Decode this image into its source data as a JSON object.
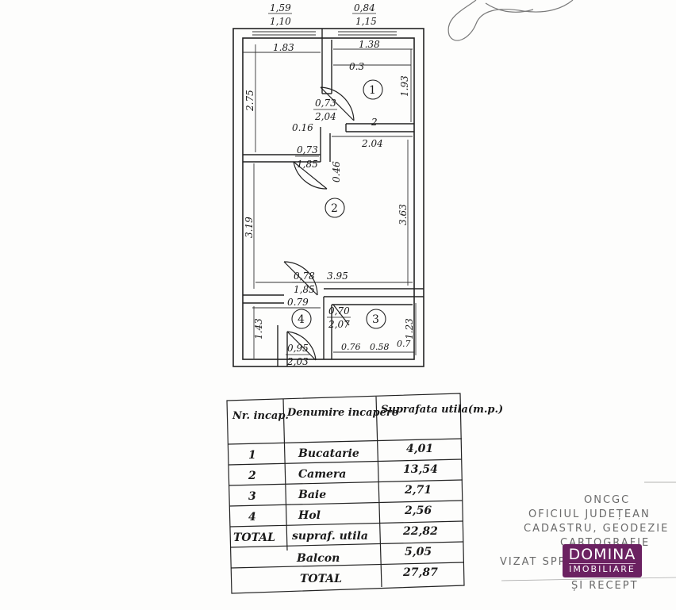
{
  "plan": {
    "top_dims": [
      {
        "over": "1,59",
        "under": "1,10"
      },
      {
        "over": "0,84",
        "under": "1,15"
      }
    ],
    "labels": {
      "kitchen_width": "1.83",
      "bath_top_width": "1.38",
      "kitchen_height": "2.75",
      "kitchen_inner": "0.3",
      "kitchen_right": "1.93",
      "door1_w": "0,73",
      "door1_h": "2,04",
      "wall_016": "0.16",
      "kitchen_bottom": "2",
      "room_top_right": "2.04",
      "door2_w": "0,73",
      "door2_h": "1,85",
      "wall_046": "0.46",
      "room_left": "3.19",
      "room_right": "3.63",
      "door3_w": "0,78",
      "door3_h": "1,85",
      "room_bottom": "3.95",
      "hall_079": "0.79",
      "door4_w": "0,70",
      "door4_h": "2,07",
      "hall_left": "1.43",
      "bath_right": "1.23",
      "entry_w": "0,95",
      "entry_h": "2,03",
      "bath_076": "0.76",
      "bath_058": "0.58",
      "bath_07": "0.7"
    },
    "room_numbers": [
      "1",
      "2",
      "3",
      "4"
    ]
  },
  "table": {
    "headers": {
      "nr": "Nr. incap.",
      "name": "Denumire incapere",
      "area": "Suprafata utila(m.p.)"
    },
    "rows": [
      {
        "nr": "1",
        "name": "Bucatarie",
        "area": "4,01"
      },
      {
        "nr": "2",
        "name": "Camera",
        "area": "13,54"
      },
      {
        "nr": "3",
        "name": "Baie",
        "area": "2,71"
      },
      {
        "nr": "4",
        "name": "Hol",
        "area": "2,56"
      }
    ],
    "total_util": {
      "label": "TOTAL",
      "name": "supraf. utila",
      "area": "22,82"
    },
    "balcon": {
      "name": "Balcon",
      "area": "5,05"
    },
    "total": {
      "name": "TOTAL",
      "area": "27,87"
    }
  },
  "stamp": {
    "lines": [
      "ONCGC",
      "OFICIUL JUDEȚEAN",
      "CADASTRU, GEODEZIE",
      "CARTOGRAFIE",
      "VIZAT SPRE ... A 180",
      "ȘI RECEPT"
    ]
  },
  "logo": {
    "line1": "DOMINA",
    "line2": "IMOBILIARE",
    "color": "#6b2161"
  }
}
